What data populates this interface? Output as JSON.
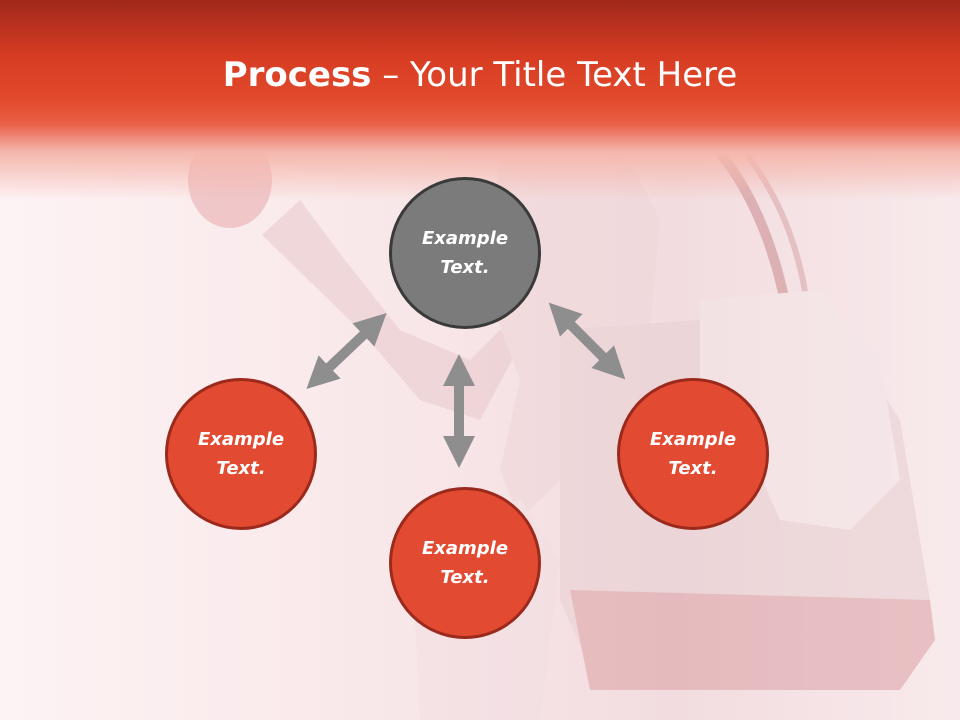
{
  "slide": {
    "title_bold": "Process",
    "title_rest": " – Your Title Text Here"
  },
  "nodes": [
    {
      "label": "Example Text.",
      "color": "#7b7b7b"
    },
    {
      "label": "Example Text.",
      "color": "#e24a32"
    },
    {
      "label": "Example Text.",
      "color": "#e24a32"
    },
    {
      "label": "Example Text.",
      "color": "#e24a32"
    }
  ],
  "colors": {
    "header_red": "#e24a2c",
    "node_gray": "#7b7b7b",
    "node_red": "#e24a32",
    "arrow_gray": "#8e8e8e"
  }
}
